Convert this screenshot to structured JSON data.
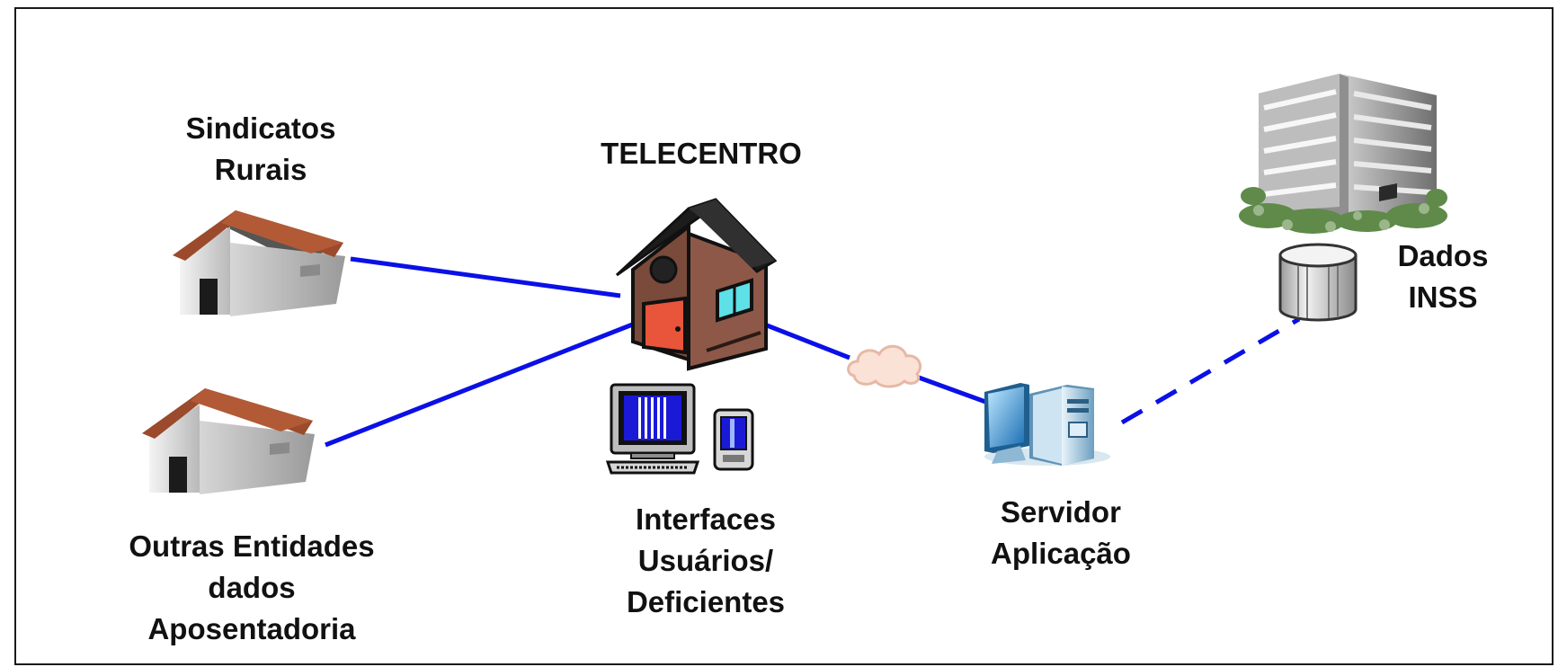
{
  "labels": {
    "sindicatos": [
      "Sindicatos",
      "Rurais"
    ],
    "outras": [
      "Outras Entidades",
      "dados",
      "Aposentadoria"
    ],
    "telecentro": "TELECENTRO",
    "interfaces": [
      "Interfaces",
      "Usuários/",
      "Deficientes"
    ],
    "servidor": [
      "Servidor",
      "Aplicação"
    ],
    "dados_inss": [
      "Dados",
      "INSS"
    ]
  },
  "icons": {
    "sindicatos_house": "house-icon",
    "outras_house": "house-icon",
    "telecentro": "telecentro-house-icon",
    "desktop": "desktop-computer-icon",
    "handheld": "pda-device-icon",
    "cloud": "cloud-icon",
    "server": "application-server-icon",
    "database": "database-cylinder-icon",
    "building": "office-building-icon"
  },
  "colors": {
    "link": "#0a10e6",
    "roof_small": "#9b4a2c",
    "roof_telecentro": "#1c1c1c",
    "wall_telecentro": "#7a4a3a",
    "door_telecentro": "#e8553a"
  },
  "connections": [
    {
      "from": "sindicatos_house",
      "to": "telecentro",
      "style": "solid"
    },
    {
      "from": "outras_house",
      "to": "telecentro",
      "style": "solid"
    },
    {
      "from": "telecentro",
      "to": "server",
      "style": "solid",
      "via": "cloud"
    },
    {
      "from": "server",
      "to": "database",
      "style": "dashed"
    }
  ]
}
